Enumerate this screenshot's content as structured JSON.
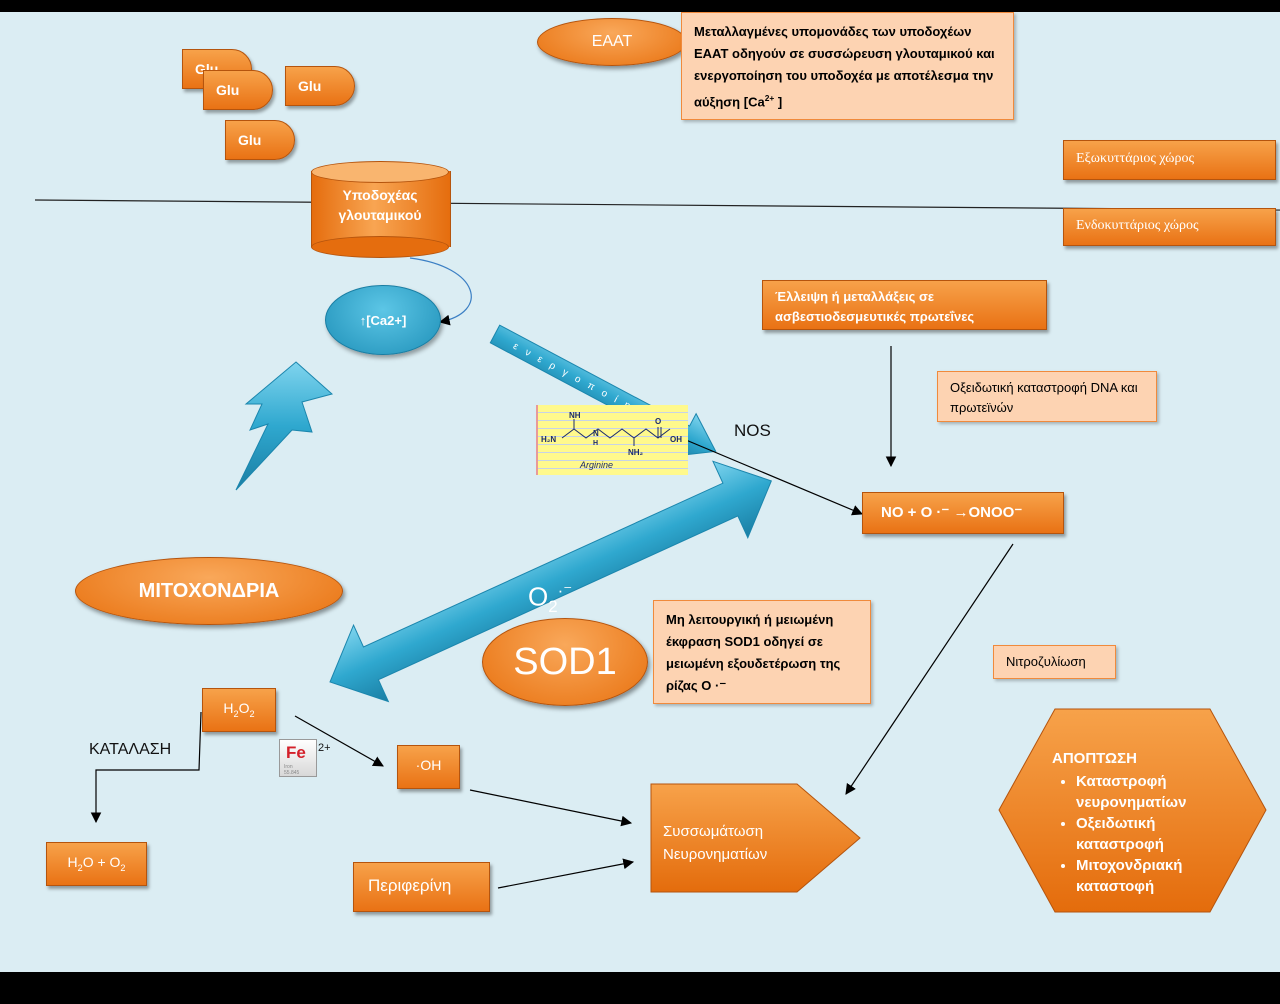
{
  "glu": {
    "label": "Glu"
  },
  "eaat": {
    "label": "EAAT"
  },
  "eaat_note": {
    "text": "Μεταλλαγμένες υπομονάδες των υποδοχέων EAAT οδηγούν σε συσσώρευση γλουταμικού και ενεργοποίηση του υποδοχέα με αποτέλεσμα την αύξηση [Ca",
    "sup": "2+",
    "end": " ]"
  },
  "extracellular": {
    "label": "Εξωκυττάριος χώρος"
  },
  "intracellular": {
    "label": "Ενδοκυττάριος χώρος"
  },
  "receptor": {
    "label": "Υποδοχέας γλουταμικού"
  },
  "calcium": {
    "label": "↑[Ca2+]"
  },
  "activation_arrow": {
    "label": "ενεργοποίηση"
  },
  "calcium_proteins": {
    "label": "Έλλειψη ή μεταλλάξεις σε ασβεστιοδεσμευτικές πρωτεΐνες"
  },
  "oxidative_dna": {
    "label": "Οξειδωτική καταστροφή DNA και πρωτεϊνών"
  },
  "arginine": {
    "label": "Arginine",
    "h2n": "H₂N",
    "nh_top": "NH",
    "nh_mid": "N",
    "h": "H",
    "oh": "OH",
    "o": "O",
    "nh2": "NH₂"
  },
  "nos": {
    "label": "NOS"
  },
  "peroxynitrite": {
    "label": "NO + O ·⁻ →ONOO⁻"
  },
  "mitochondria": {
    "label": "ΜΙΤΟΧΟΝΔΡΙΑ"
  },
  "superoxide": {
    "base": "O",
    "sub": "2",
    "sup": "·⁻"
  },
  "sod1": {
    "label": "SOD1"
  },
  "sod1_note": {
    "label": "Μη λειτουργική ή μειωμένη έκφραση SOD1 οδηγεί σε μειωμένη εξουδετέρωση της ρίζας O ·⁻"
  },
  "nitration": {
    "label": "Νιτροζυλίωση"
  },
  "h2o2": {
    "h": "H",
    "s1": "2",
    "o": "O",
    "s2": "2"
  },
  "catalase": {
    "label": "ΚΑΤΑΛΑΣΗ"
  },
  "iron": {
    "symbol": "Fe",
    "charge": "2+",
    "name": "Iron",
    "mass": "55.845"
  },
  "hydroxyl": {
    "label": "·OH"
  },
  "water": {
    "h": "H",
    "s1": "2",
    "o": "O + O",
    "s2": "2"
  },
  "peripherin": {
    "label": "Περιφερίνη"
  },
  "aggregation": {
    "label": "Συσσωμάτωση Νευρονηματίων"
  },
  "apoptosis": {
    "title": "ΑΠΟΠΤΩΣΗ",
    "items": [
      "Καταστροφή νευρονηματίων",
      "Οξειδωτική καταστροφή",
      "Μιτοχονδριακή καταστοφή"
    ]
  },
  "colors": {
    "background": "#dbedf3",
    "orange": "#f0821e",
    "peach": "#fdd3b2",
    "cyan": "#2fa8cf",
    "iron_red": "#d4202a"
  }
}
